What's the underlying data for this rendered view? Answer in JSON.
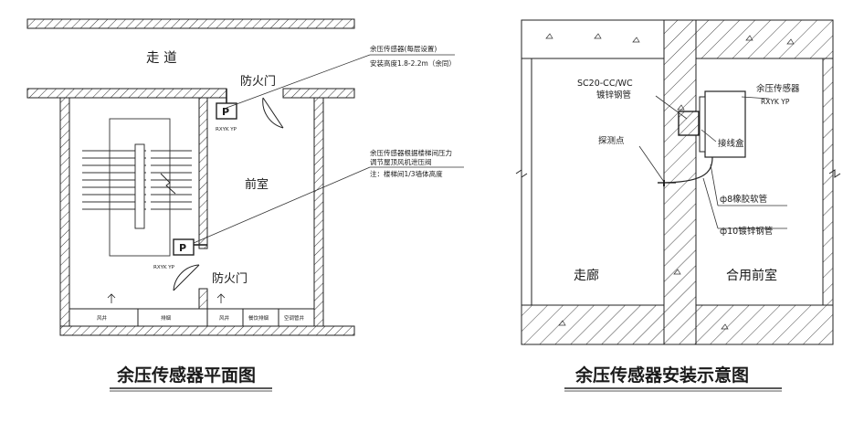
{
  "left": {
    "title": "余压传感器平面图",
    "corridor": "走 道",
    "fire_door_top": "防火门",
    "fire_door_bottom": "防火门",
    "anteroom": "前室",
    "sensor_code_1": "RXYK YP",
    "sensor_code_2": "RXYK YP",
    "sensor_symbol": "P",
    "callout_1_line_1": "余压传感器(每层设置)",
    "callout_1_line_2": "安装高度1.8-2.2m（余同）",
    "callout_2_line_1": "余压传感器根据楼梯间压力",
    "callout_2_line_2": "调节屋顶风机泄压阀",
    "callout_2_line_3": "注：楼梯间1/3墙体高度",
    "shafts": [
      "风井",
      "排烟",
      "风井",
      "餐饮排烟",
      "空调管井"
    ]
  },
  "right": {
    "title": "余压传感器安装示意图",
    "conduit_line_1": "SC20-CC/WC",
    "conduit_line_2": "镀锌钢管",
    "probe": "探测点",
    "sensor_name": "余压传感器",
    "sensor_code": "RXYK YP",
    "junction_box": "接线盒",
    "hose": "ф8橡胶软管",
    "pipe": "ф10镀锌钢管",
    "corridor": "走廊",
    "shared_anteroom": "合用前室"
  }
}
